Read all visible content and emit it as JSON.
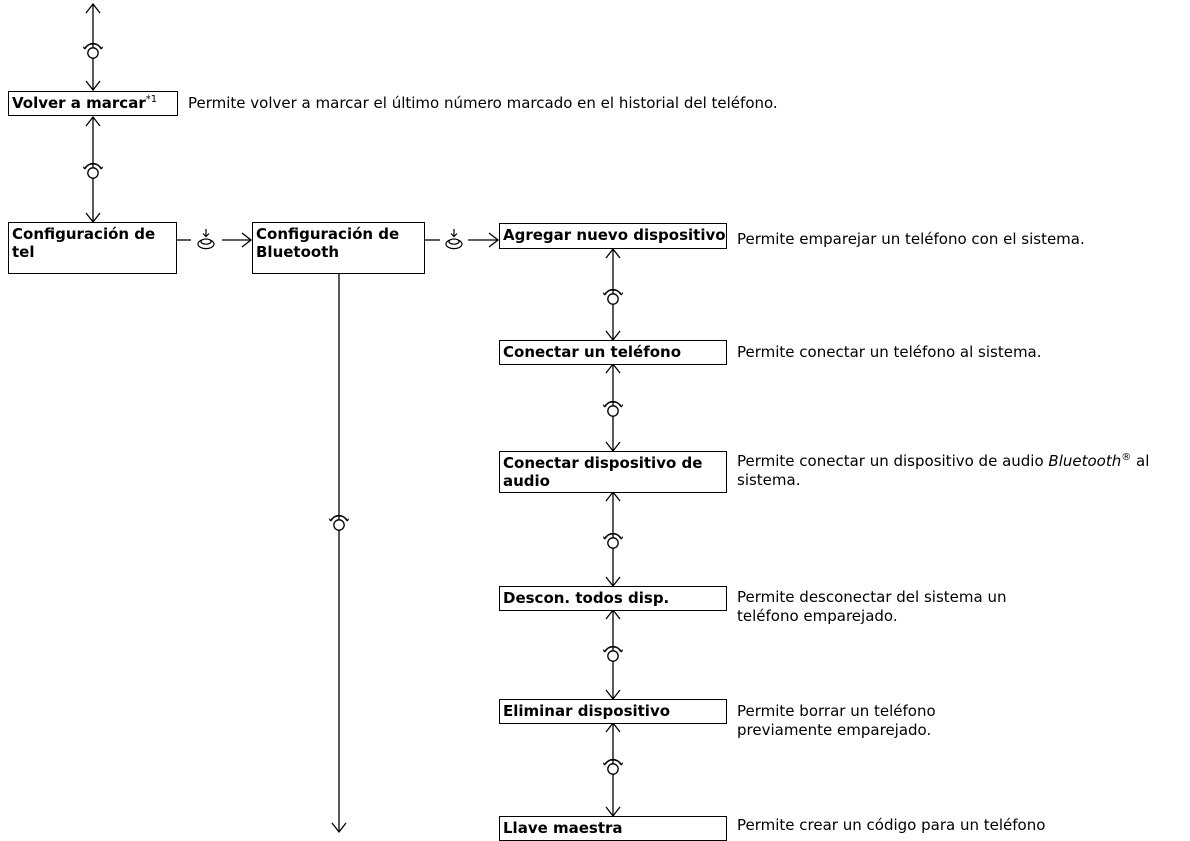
{
  "nodes": {
    "redial": {
      "label": "Volver a marcar",
      "note": "*1",
      "desc": "Permite volver a marcar el último número marcado en el historial del teléfono."
    },
    "phone_setup": {
      "label": "Configuración de tel"
    },
    "bt_setup": {
      "label": "Configuración de Bluetooth"
    },
    "add_device": {
      "label": "Agregar nuevo dispositivo",
      "desc": "Permite emparejar un teléfono con el sistema."
    },
    "connect_phone": {
      "label": "Conectar un teléfono",
      "desc": "Permite conectar un teléfono al sistema."
    },
    "connect_audio": {
      "label": "Conectar dispositivo de audio",
      "desc_pre": "Permite conectar un dispositivo de audio ",
      "desc_italic": "Bluetooth",
      "desc_reg": "®",
      "desc_post": " al sistema."
    },
    "disconnect_all": {
      "label": "Descon. todos disp.",
      "desc": "Permite desconectar del sistema un teléfono emparejado."
    },
    "delete_device": {
      "label": "Eliminar dispositivo",
      "desc": "Permite borrar un teléfono previamente emparejado."
    },
    "passkey": {
      "label": "Llave maestra",
      "desc": "Permite crear un código para un teléfono"
    }
  },
  "icons": {
    "rotate": "rotate-knob-icon",
    "press": "press-knob-icon"
  }
}
